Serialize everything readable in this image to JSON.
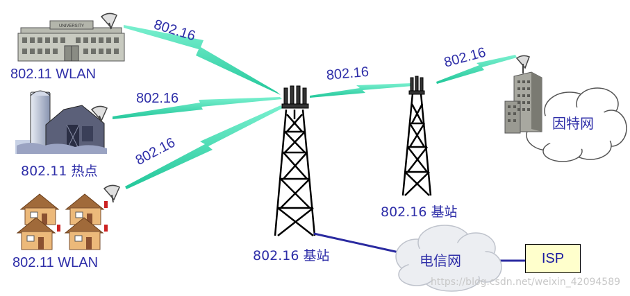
{
  "links": {
    "univ": "802.16",
    "farm": "802.16",
    "houses": "802.16",
    "backhaul": "802.16",
    "internet": "802.16"
  },
  "sites": {
    "university_label": "802.11 WLAN",
    "university_sign": "UNIVERSITY",
    "farm_label": "802.11 热点",
    "houses_label": "802.11 WLAN"
  },
  "towers": {
    "main_label": "802.16 基站",
    "second_label": "802.16 基站"
  },
  "clouds": {
    "internet": "因特网",
    "telecom": "电信网"
  },
  "isp": "ISP",
  "watermark": "https://blog.csdn.net/weixin_42094589"
}
